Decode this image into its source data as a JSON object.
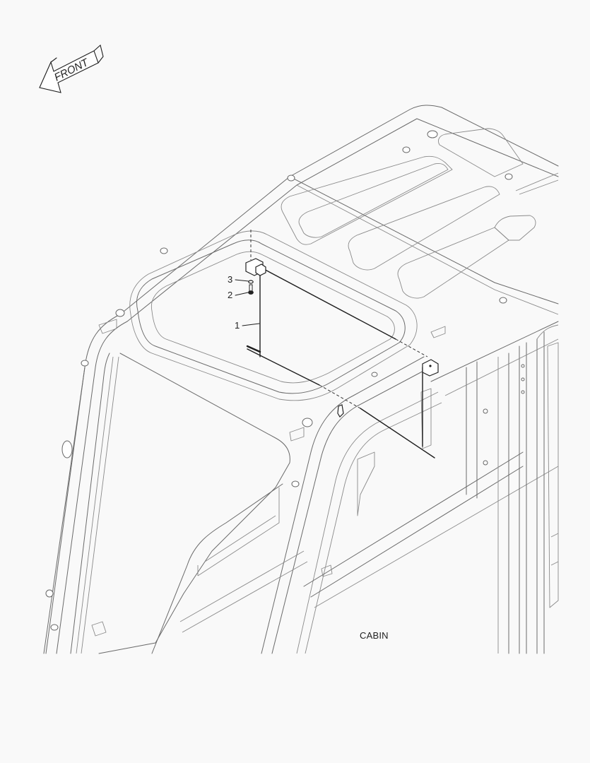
{
  "diagram": {
    "caption": "CABIN",
    "orientation_arrow": {
      "label": "FRONT",
      "icon": "front-direction-arrow-icon"
    },
    "callouts": [
      {
        "number": "1",
        "part": "rod-assembly"
      },
      {
        "number": "2",
        "part": "bolt"
      },
      {
        "number": "3",
        "part": "washer"
      }
    ],
    "colors": {
      "background": "#f9f9f9",
      "frame_line": "#6a6a6a",
      "part_line": "#1e1e1e"
    }
  }
}
